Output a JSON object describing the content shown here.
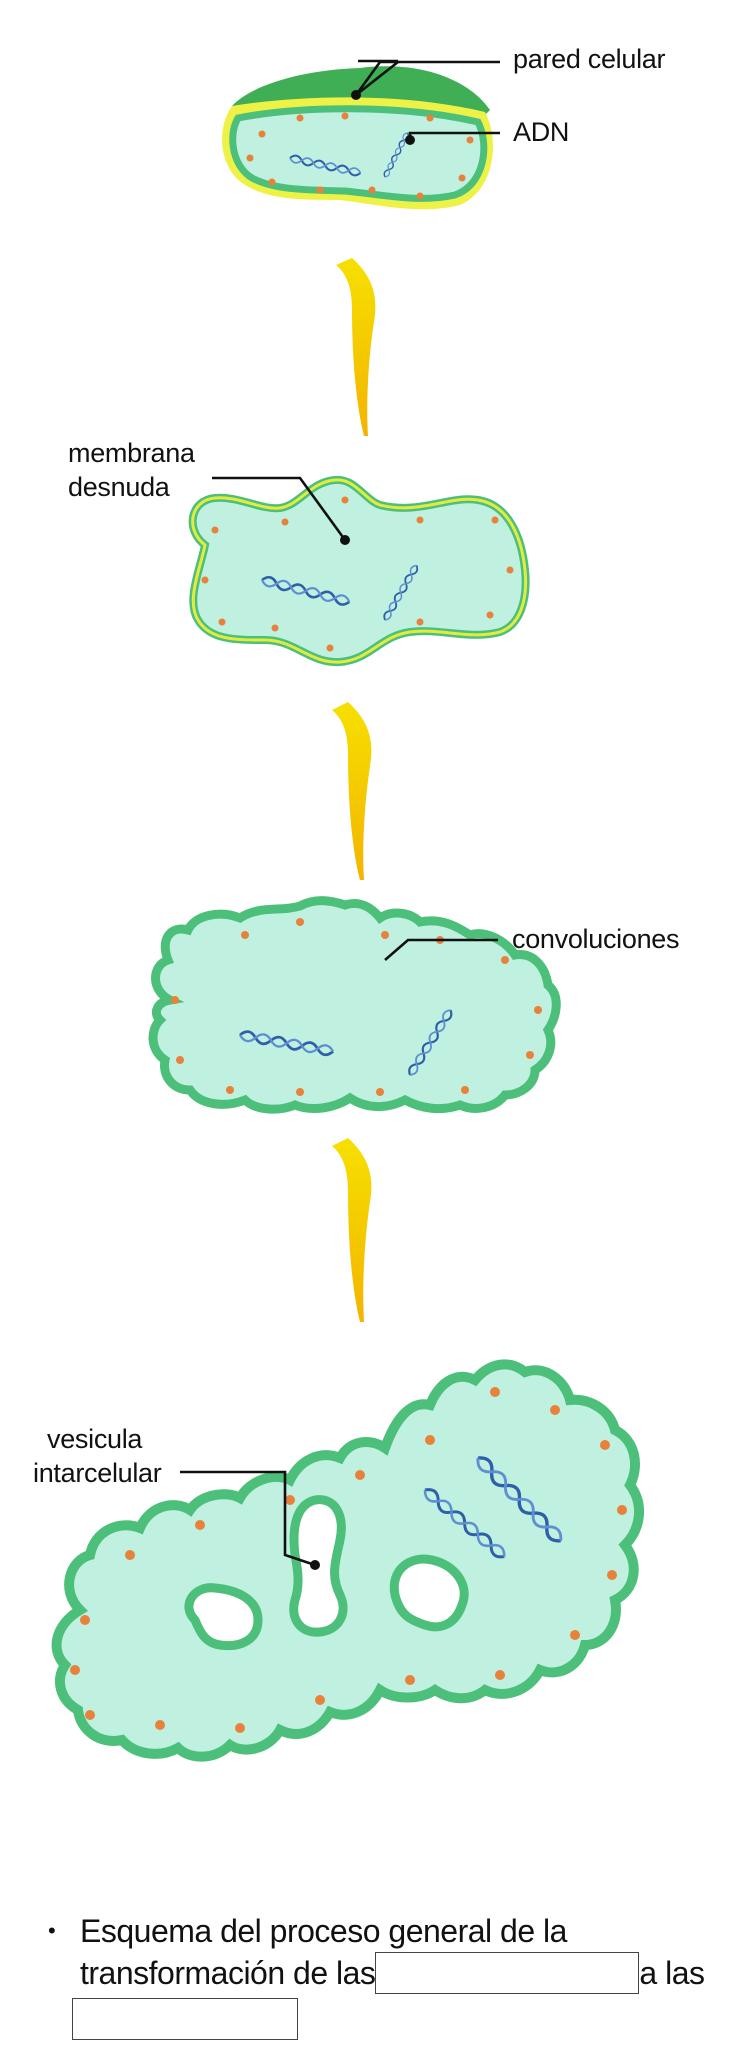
{
  "labels": {
    "pared_celular": "pared celular",
    "adn": "ADN",
    "membrana_line1": "membrana",
    "membrana_line2": "desnuda",
    "convoluciones": "convoluciones",
    "vesicula_line1": "vesicula",
    "vesicula_line2": "intarcelular"
  },
  "caption": {
    "bullet": "•",
    "line1": "Esquema del proceso general de la",
    "line2_before": "transformación de las",
    "line2_after": "a las",
    "blank1_value": "",
    "blank2_value": ""
  },
  "colors": {
    "cytoplasm": "#bff0e0",
    "membrane": "#4cc07a",
    "membrane_outer": "#f5f03a",
    "wall_top": "#3fae55",
    "dna": "#2e5fa8",
    "dots": "#e8823a",
    "arrow": "#f7d200"
  },
  "icons": [
    "dna-helix",
    "yellow-down-arrow"
  ]
}
